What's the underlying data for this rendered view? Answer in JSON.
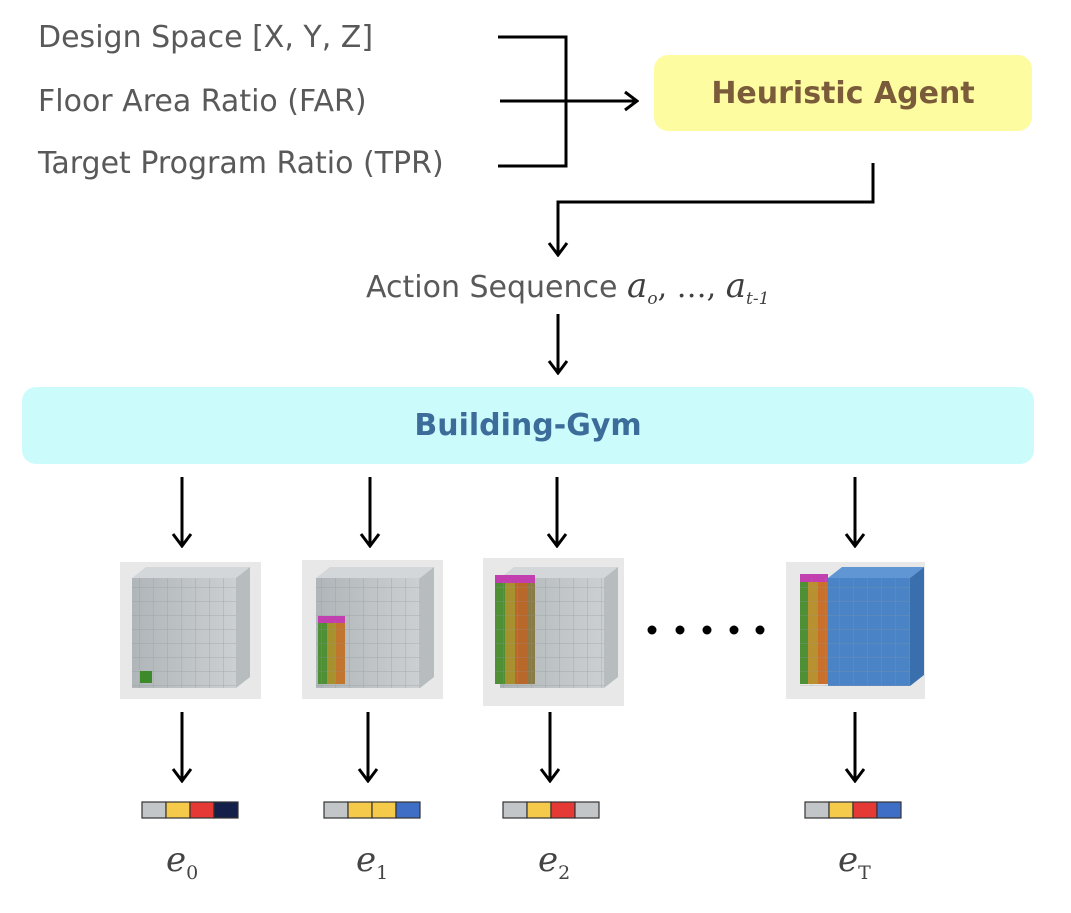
{
  "inputs": {
    "design_space": "Design Space [X, Y, Z]",
    "far": "Floor Area Ratio (FAR)",
    "tpr": "Target Program Ratio (TPR)"
  },
  "agent": {
    "label": "Heuristic Agent"
  },
  "action_sequence": {
    "prefix": "Action Sequence",
    "first_symbol": "a",
    "first_subscript": "o",
    "separator1": ",",
    "ellipsis": " …,",
    "last_symbol": "a",
    "last_subscript": "t-1"
  },
  "gym": {
    "label": "Building-Gym"
  },
  "steps": [
    {
      "symbol": "e",
      "subscript": "0",
      "encoding": [
        "gray",
        "yellow",
        "red",
        "navy"
      ]
    },
    {
      "symbol": "e",
      "subscript": "1",
      "encoding": [
        "gray",
        "yellow",
        "yellow",
        "blue"
      ]
    },
    {
      "symbol": "e",
      "subscript": "2",
      "encoding": [
        "gray",
        "yellow",
        "red",
        "gray"
      ]
    },
    {
      "symbol": "e",
      "subscript": "T",
      "encoding": [
        "gray",
        "yellow",
        "red",
        "blue"
      ]
    }
  ],
  "gap_marker": "• • • • •",
  "colors": {
    "agent_fill": "#fdfca0",
    "agent_text": "#7a5c3a",
    "gym_fill": "#ccfbfc",
    "gym_text": "#3b6c9a",
    "gray": "#c3c6c9",
    "yellow": "#f5c949",
    "red": "#e53935",
    "navy": "#14204a",
    "blue": "#3f6ec6"
  }
}
